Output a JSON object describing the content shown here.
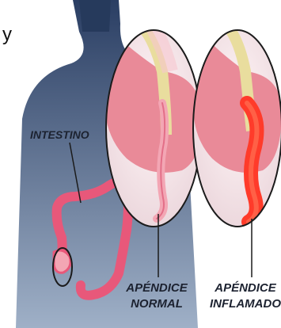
{
  "stray_top_char": "y",
  "labels": {
    "intestine": "INTESTINO",
    "normal_line1": "APÉNDICE",
    "normal_line2": "NORMAL",
    "inflamed_line1": "APÉNDICE",
    "inflamed_line2": "INFLAMADO"
  },
  "colors": {
    "body_gradient_top": "#2a3e63",
    "body_gradient_bottom": "#9fb0c7",
    "intestine": "#e8587a",
    "tissue": "#e98a98",
    "fold": "#e9dd9e",
    "inflamed": "#ff3b2a",
    "circle_bg": "#f2dde3"
  }
}
